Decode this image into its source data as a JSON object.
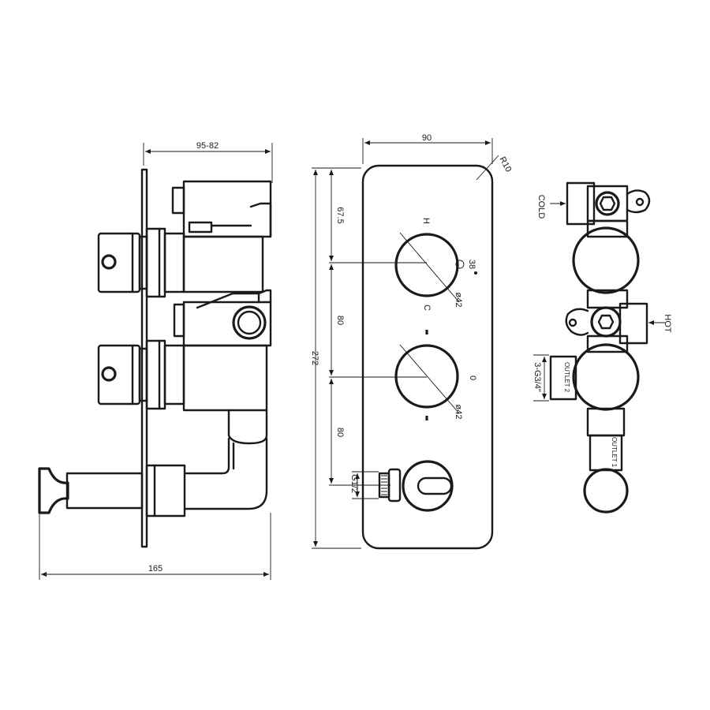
{
  "side_view": {
    "depth_dim": "95-82",
    "length_dim": "165"
  },
  "front_view": {
    "width_dim": "90",
    "corner_radius": "R10",
    "height_dim": "272",
    "top_offset_dim": "67.5",
    "spacing_dim_1": "80",
    "spacing_dim_2": "80",
    "handle_upper": {
      "hot_mark": "H",
      "cold_mark": "C",
      "angle": "38",
      "diameter": "ø42"
    },
    "handle_lower": {
      "off_mark": "0",
      "diameter": "ø42"
    },
    "outlet_thread": "G1/2\""
  },
  "valve_view": {
    "cold_label": "COLD",
    "hot_label": "HOT",
    "outlet_thread": "3-G3/4\"",
    "outlet_1_label": "OUTLET 1",
    "outlet_2_label": "OUTLET 2"
  }
}
